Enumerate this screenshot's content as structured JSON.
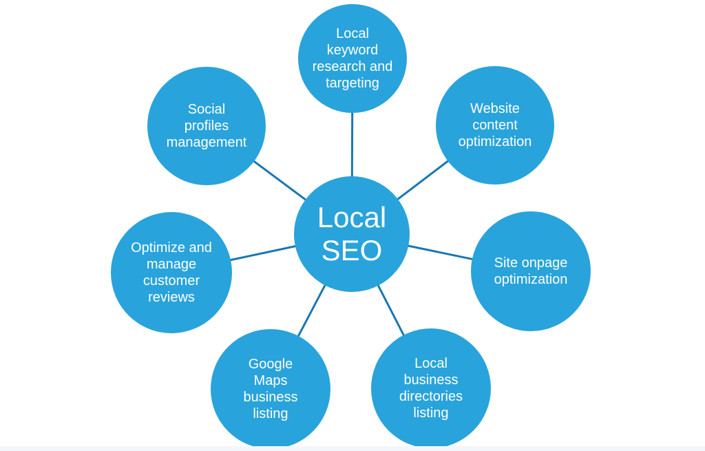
{
  "diagram": {
    "type": "radial-diagram",
    "title": "Local SEO",
    "colors": {
      "node_fill": "#29a3db",
      "connector": "#1878b2",
      "text": "#ffffff",
      "background": "#ffffff",
      "footer_strip": "#f3f6fa"
    },
    "center": {
      "label": [
        "Local",
        "SEO"
      ]
    },
    "satellites": [
      {
        "label": [
          "Local",
          "keyword",
          "research and",
          "targeting"
        ]
      },
      {
        "label": [
          "Website",
          "content",
          "optimization"
        ]
      },
      {
        "label": [
          "Site onpage",
          "optimization"
        ]
      },
      {
        "label": [
          "Local",
          "business",
          "directories",
          "listing"
        ]
      },
      {
        "label": [
          "Google",
          "Maps",
          "business",
          "listing"
        ]
      },
      {
        "label": [
          "Optimize and",
          "manage",
          "customer",
          "reviews"
        ]
      },
      {
        "label": [
          "Social",
          "profiles",
          "management"
        ]
      }
    ]
  }
}
